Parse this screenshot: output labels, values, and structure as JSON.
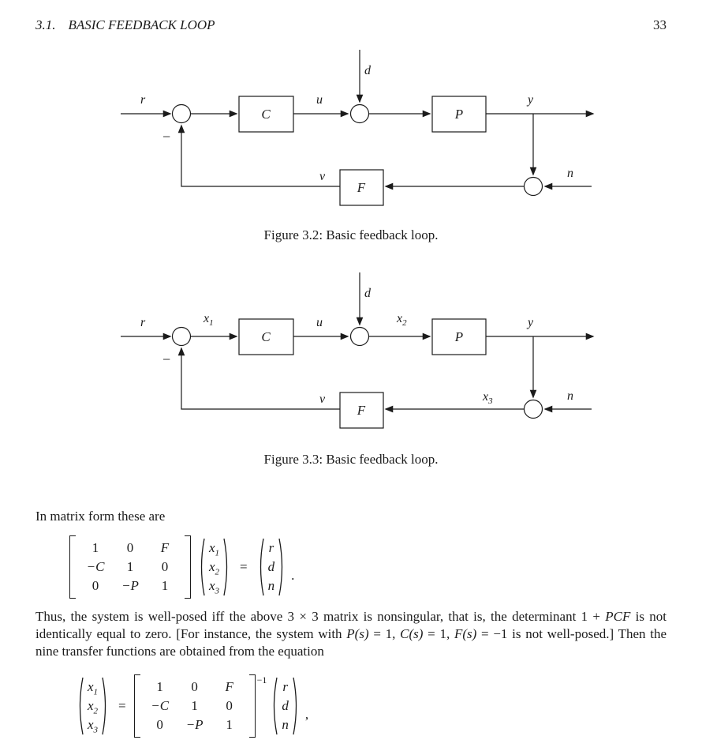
{
  "page": {
    "section_number": "3.1.",
    "section_title": "BASIC FEEDBACK LOOP",
    "page_number": "33"
  },
  "figure32": {
    "caption": "Figure 3.2: Basic feedback loop.",
    "blocks": {
      "controller": "C",
      "plant": "P",
      "filter": "F"
    },
    "signals": {
      "r": "r",
      "u": "u",
      "d": "d",
      "y": "y",
      "v": "v",
      "n": "n",
      "minus": "−"
    }
  },
  "figure33": {
    "caption": "Figure 3.3: Basic feedback loop.",
    "blocks": {
      "controller": "C",
      "plant": "P",
      "filter": "F"
    },
    "signals": {
      "r": "r",
      "u": "u",
      "d": "d",
      "y": "y",
      "v": "v",
      "n": "n",
      "minus": "−",
      "x1": {
        "base": "x",
        "sub": "1"
      },
      "x2": {
        "base": "x",
        "sub": "2"
      },
      "x3": {
        "base": "x",
        "sub": "3"
      }
    }
  },
  "text": {
    "matrix_intro": "In matrix form these are",
    "paragraph": {
      "seg1": "Thus, the system is well-posed iff the above 3 × 3 matrix is nonsingular, that is, the determinant 1 + ",
      "seg2": "PCF",
      "seg3": " is not identically equal to zero. [For instance, the system with ",
      "seg4": "P(s)",
      "seg5": " = 1, ",
      "seg6": "C(s)",
      "seg7": " = 1, ",
      "seg8": "F(s)",
      "seg9": " = −1 is not well-posed.] Then the nine transfer functions are obtained from the equation"
    }
  },
  "eq1": {
    "matrix": [
      [
        "1",
        "0",
        "F"
      ],
      [
        "−C",
        "1",
        "0"
      ],
      [
        "0",
        "−P",
        "1"
      ]
    ],
    "lhs_vector": [
      {
        "base": "x",
        "sub": "1"
      },
      {
        "base": "x",
        "sub": "2"
      },
      {
        "base": "x",
        "sub": "3"
      }
    ],
    "equals": "=",
    "rhs_vector": [
      "r",
      "d",
      "n"
    ],
    "punctuation": "."
  },
  "eq2": {
    "lhs_vector": [
      {
        "base": "x",
        "sub": "1"
      },
      {
        "base": "x",
        "sub": "2"
      },
      {
        "base": "x",
        "sub": "3"
      }
    ],
    "equals": "=",
    "matrix": [
      [
        "1",
        "0",
        "F"
      ],
      [
        "−C",
        "1",
        "0"
      ],
      [
        "0",
        "−P",
        "1"
      ]
    ],
    "exponent": "−1",
    "rhs_vector": [
      "r",
      "d",
      "n"
    ],
    "punctuation": ","
  }
}
